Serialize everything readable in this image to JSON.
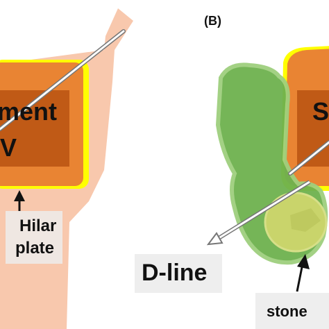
{
  "panel_b": {
    "label": "(B)"
  },
  "panel_a": {
    "segment_text": "ment",
    "roman_text": "V",
    "hilar_plate_line1": "Hilar",
    "hilar_plate_line2": "plate"
  },
  "panel_b_labels": {
    "segment_text": "S",
    "dline_text": "D-line",
    "stone_text": "stone"
  },
  "colors": {
    "skin": "#f8c8ad",
    "orange": "#e98433",
    "dark_orange": "#c05a16",
    "yellow": "#ffff00",
    "green": "#6eb24f",
    "green_light": "#9fcf7e",
    "stone_fill": "#c9d46b",
    "label_box": "#efe7e2",
    "dline_box": "#eeeeee"
  }
}
